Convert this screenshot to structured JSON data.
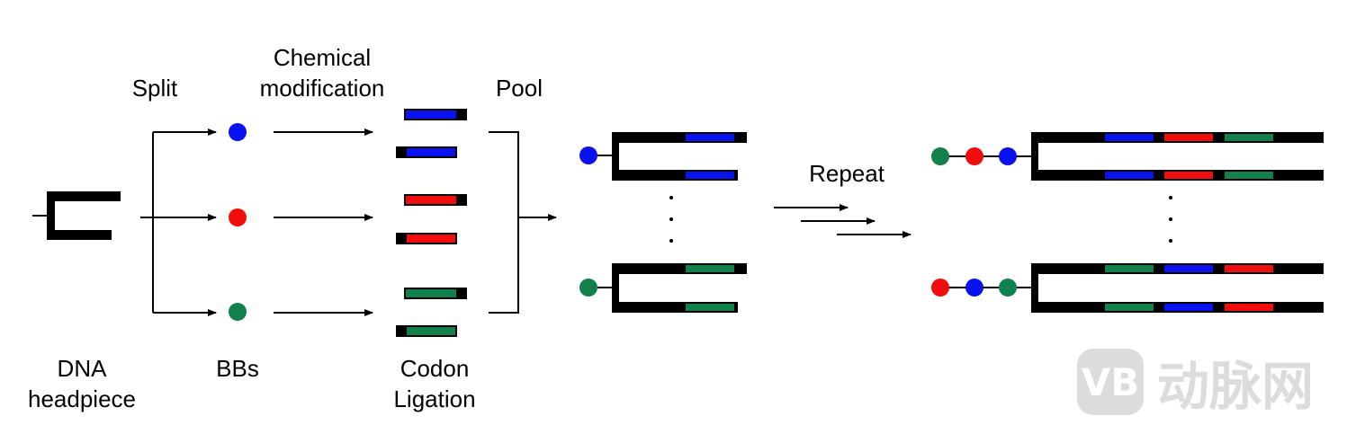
{
  "labels": {
    "split": "Split",
    "chemical_modification_line1": "Chemical",
    "chemical_modification_line2": "modification",
    "pool": "Pool",
    "repeat": "Repeat",
    "dna_headpiece_line1": "DNA",
    "dna_headpiece_line2": "headpiece",
    "bbs": "BBs",
    "codon_ligation_line1": "Codon",
    "codon_ligation_line2": "Ligation"
  },
  "colors": {
    "blue": "#0a12f0",
    "red": "#f20d0d",
    "green": "#12804a",
    "strand": "#000000"
  },
  "watermark": {
    "badge_text": "VB",
    "text": "动脉网"
  }
}
